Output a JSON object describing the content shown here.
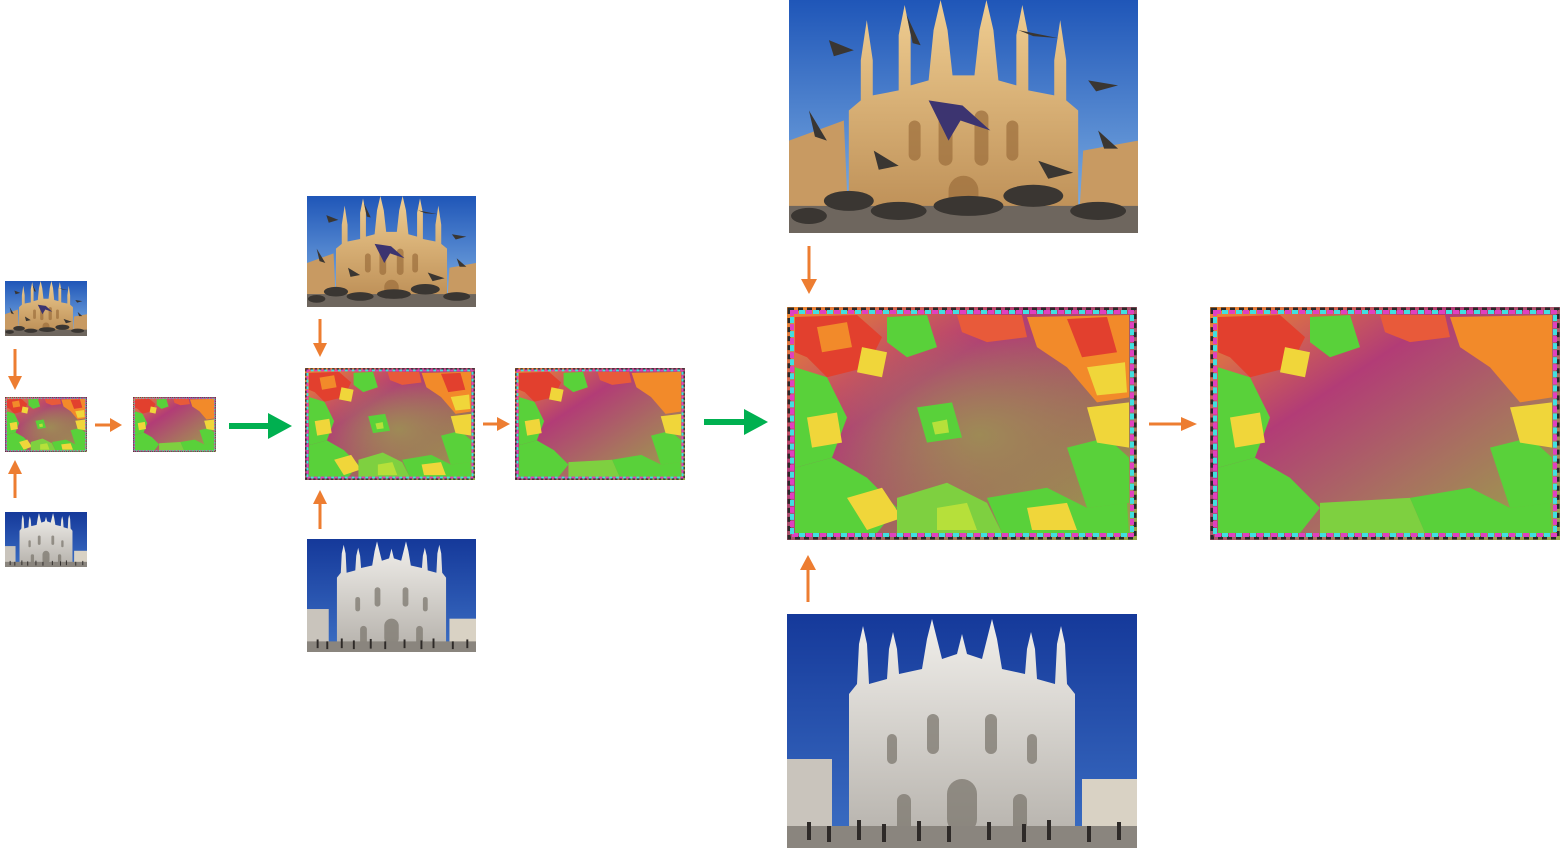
{
  "colors": {
    "orange_arrow": "#ED7D31",
    "green_arrow": "#00B050",
    "sky_top": "#1E4FA8",
    "sky_bottom": "#6FA3DC",
    "cathedral_warm": "#E3B673",
    "cathedral_white": "#E7E4DE",
    "pigeon": "#3A3632",
    "flow_orange": "#F28A2A",
    "flow_magenta": "#B03A78",
    "flow_red": "#E2402E",
    "flow_green": "#59D13A",
    "flow_lime": "#B6E03A",
    "flow_yellow": "#F0D63A",
    "flow_olive": "#98A848"
  },
  "pyramid_levels": [
    {
      "level": "coarse",
      "source": "warm-cathedral-with-pigeons",
      "target": "clear-sky-cathedral",
      "outputs": [
        "flow-field",
        "refined-flow-field"
      ]
    },
    {
      "level": "medium",
      "source": "warm-cathedral-with-pigeons",
      "target": "clear-sky-cathedral",
      "outputs": [
        "flow-field",
        "refined-flow-field"
      ]
    },
    {
      "level": "fine",
      "source": "warm-cathedral-with-pigeons",
      "target": "clear-sky-cathedral",
      "outputs": [
        "flow-field",
        "refined-flow-field"
      ]
    }
  ],
  "transitions": [
    {
      "from": "coarse",
      "to": "medium",
      "style": "upsample-arrow"
    },
    {
      "from": "medium",
      "to": "fine",
      "style": "upsample-arrow"
    }
  ]
}
